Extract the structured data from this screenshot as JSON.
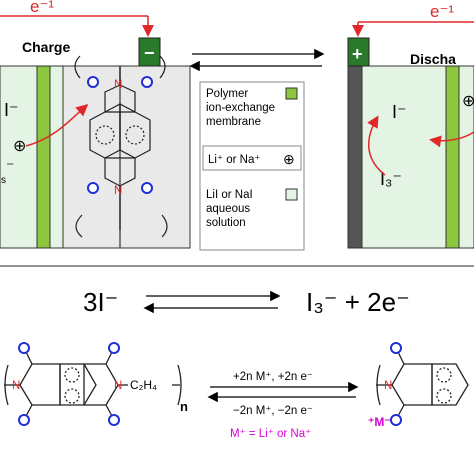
{
  "top": {
    "electron_left": "e⁻¹",
    "electron_right": "e⁻¹",
    "charge_label": "Charge",
    "discharge_label": "Discha",
    "minus_sign": "−",
    "plus_sign": "+",
    "iodide_left": "I⁻",
    "oplus_left": "⊕",
    "frag_left": "⁻",
    "frag_left_sub": "s",
    "n_atom": "N",
    "iodide_right": "I⁻",
    "triiodide_right": "I₃⁻",
    "oplus_right": "⊕"
  },
  "legend": {
    "membrane": [
      "Polymer",
      "ion-exchange",
      "membrane"
    ],
    "cation": "Li⁺ or Na⁺",
    "cation_symbol": "⊕",
    "solution": [
      "LiI or NaI",
      "aqueous",
      "solution"
    ]
  },
  "middle": {
    "left": "3I⁻",
    "right_main": "I₃⁻ + 2e⁻"
  },
  "bottom": {
    "substituent": "C₂H₄",
    "subscript_n": "n",
    "forward": "+2n M⁺, +2n e⁻",
    "reverse": "−2n M⁺, −2n e⁻",
    "definition": "M⁺ = Li⁺ or Na⁺",
    "metal_label": "⁺M⁻",
    "n_atom": "N"
  },
  "colors": {
    "electrolyte": "#e4f4e4",
    "electrode_green": "#8dc63f",
    "terminal_dark_green": "#2b7a2b",
    "arrow_red": "#e0282a",
    "atom_blue": "#1f2fd6",
    "nitrogen_red": "#e0282a",
    "magenta": "#d400d4",
    "collector_gray": "#555555"
  }
}
